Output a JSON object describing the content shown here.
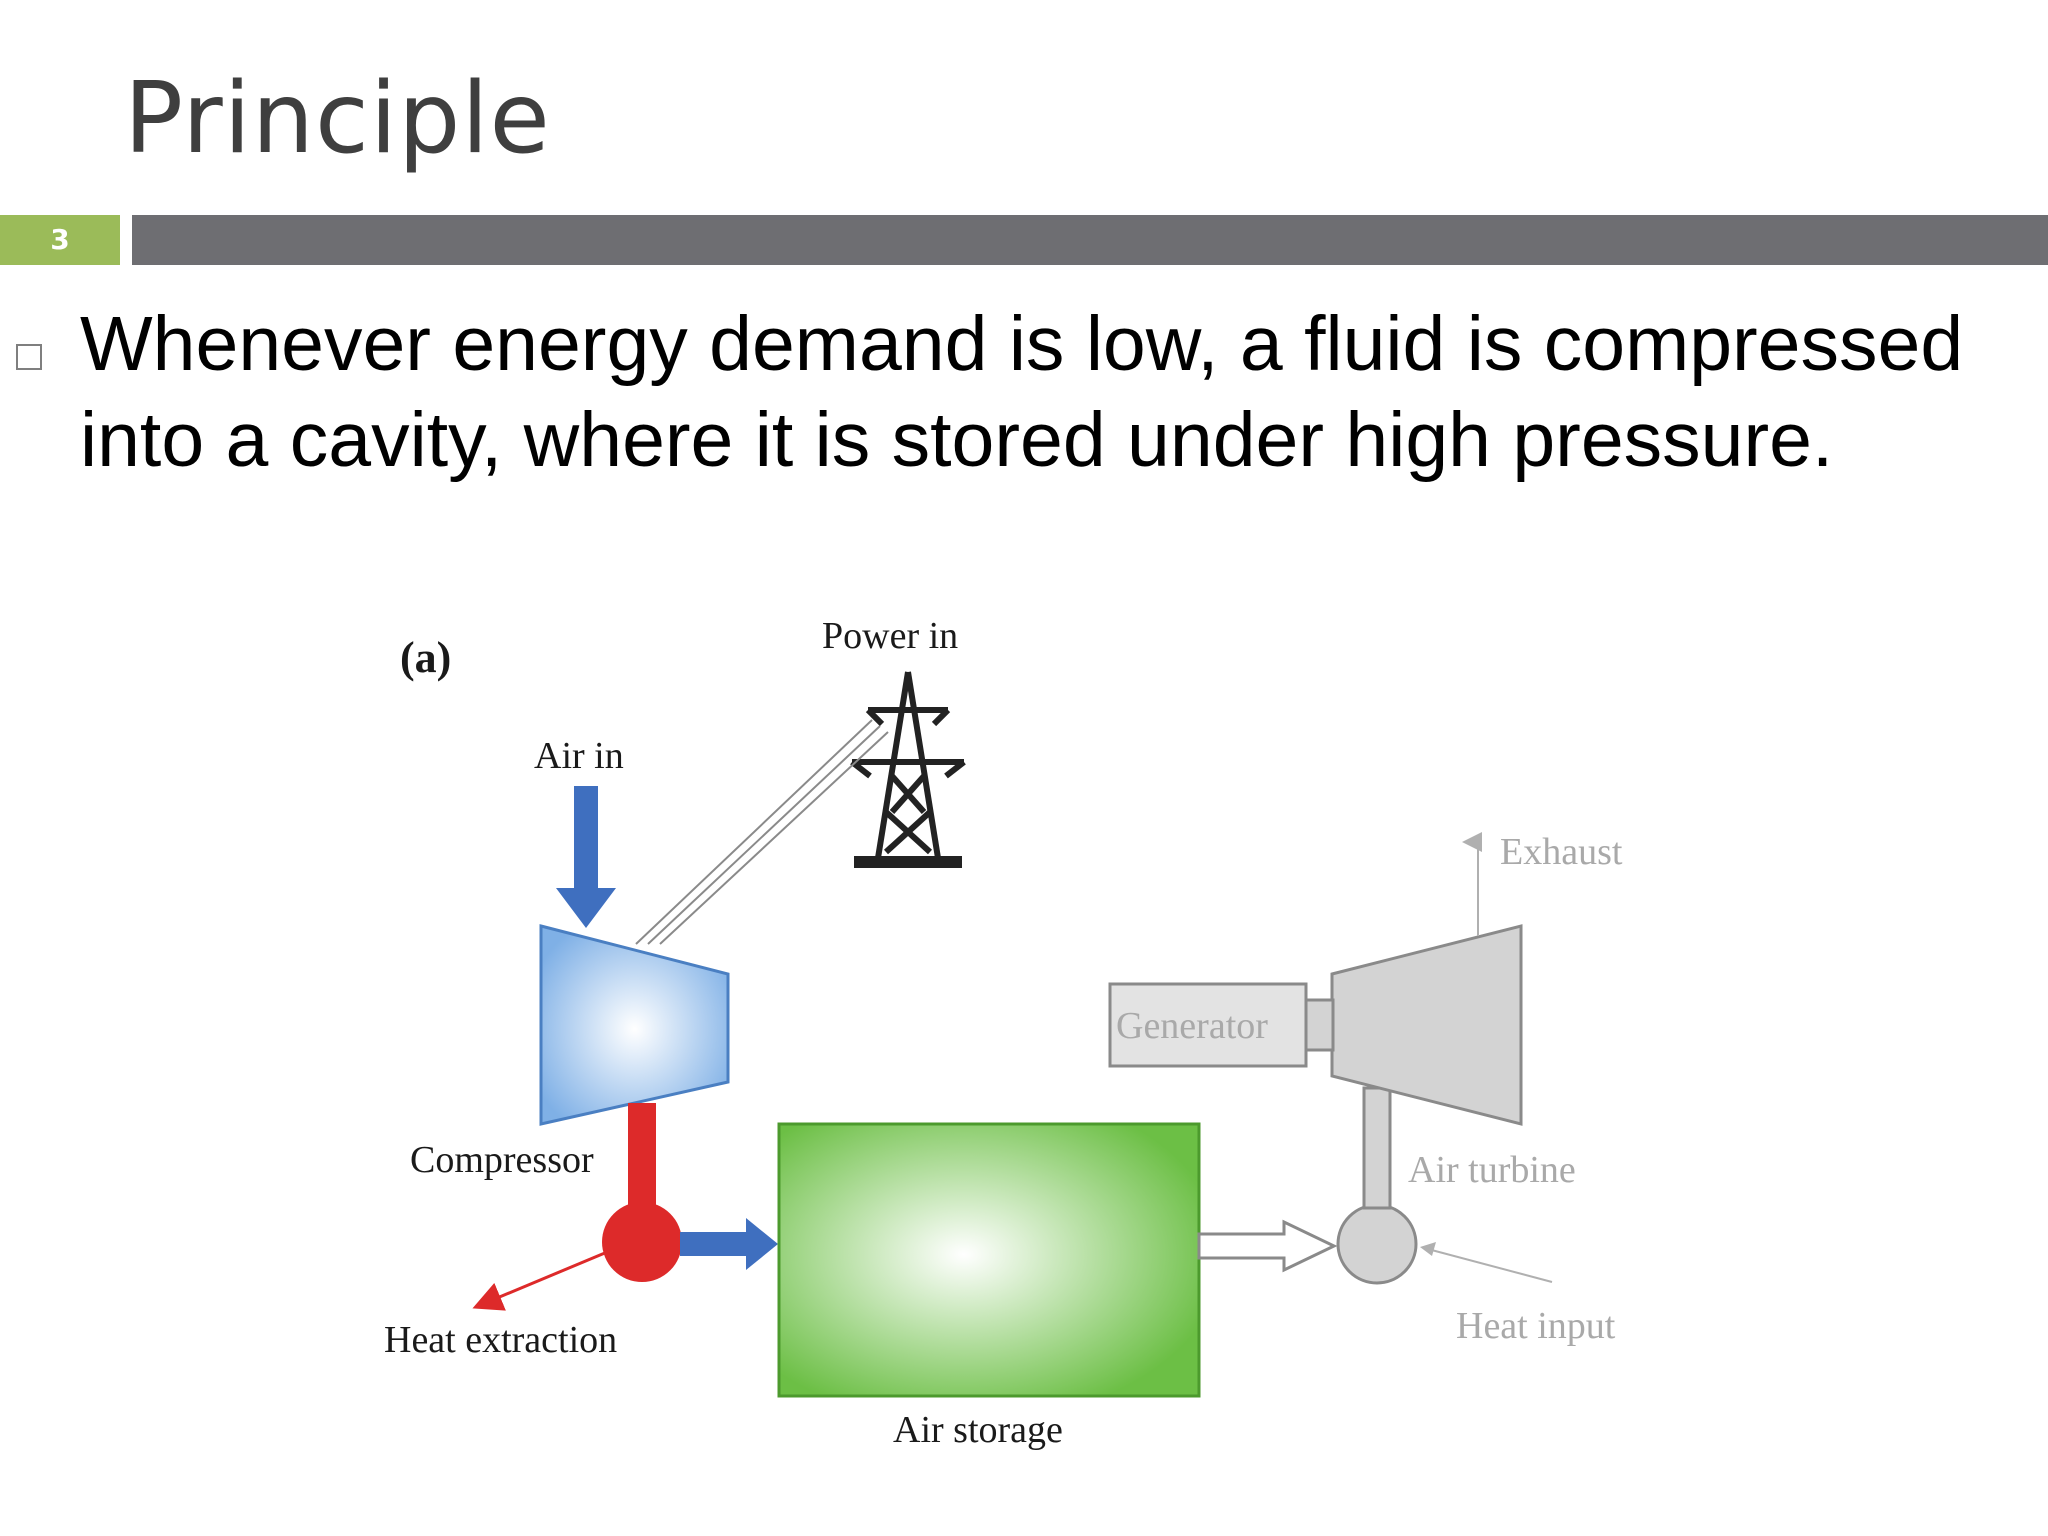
{
  "slide": {
    "title": "Principle",
    "number": "3",
    "bullet": "Whenever energy demand is low, a fluid is compressed into a cavity, where it is stored under high pressure."
  },
  "diagram": {
    "panel_label": "(a)",
    "labels": {
      "power_in": "Power in",
      "air_in": "Air in",
      "compressor": "Compressor",
      "heat_extraction": "Heat extraction",
      "air_storage": "Air storage",
      "generator": "Generator",
      "exhaust": "Exhaust",
      "air_turbine": "Air turbine",
      "heat_input": "Heat input"
    },
    "colors": {
      "accent_green": "#9bbb59",
      "bar_grey": "#6e6e72",
      "air_arrow_blue": "#3f6fbf",
      "heat_red": "#dd2a2a",
      "storage_green": "#6cbf45",
      "inactive_grey": "#d3d3d3"
    }
  }
}
